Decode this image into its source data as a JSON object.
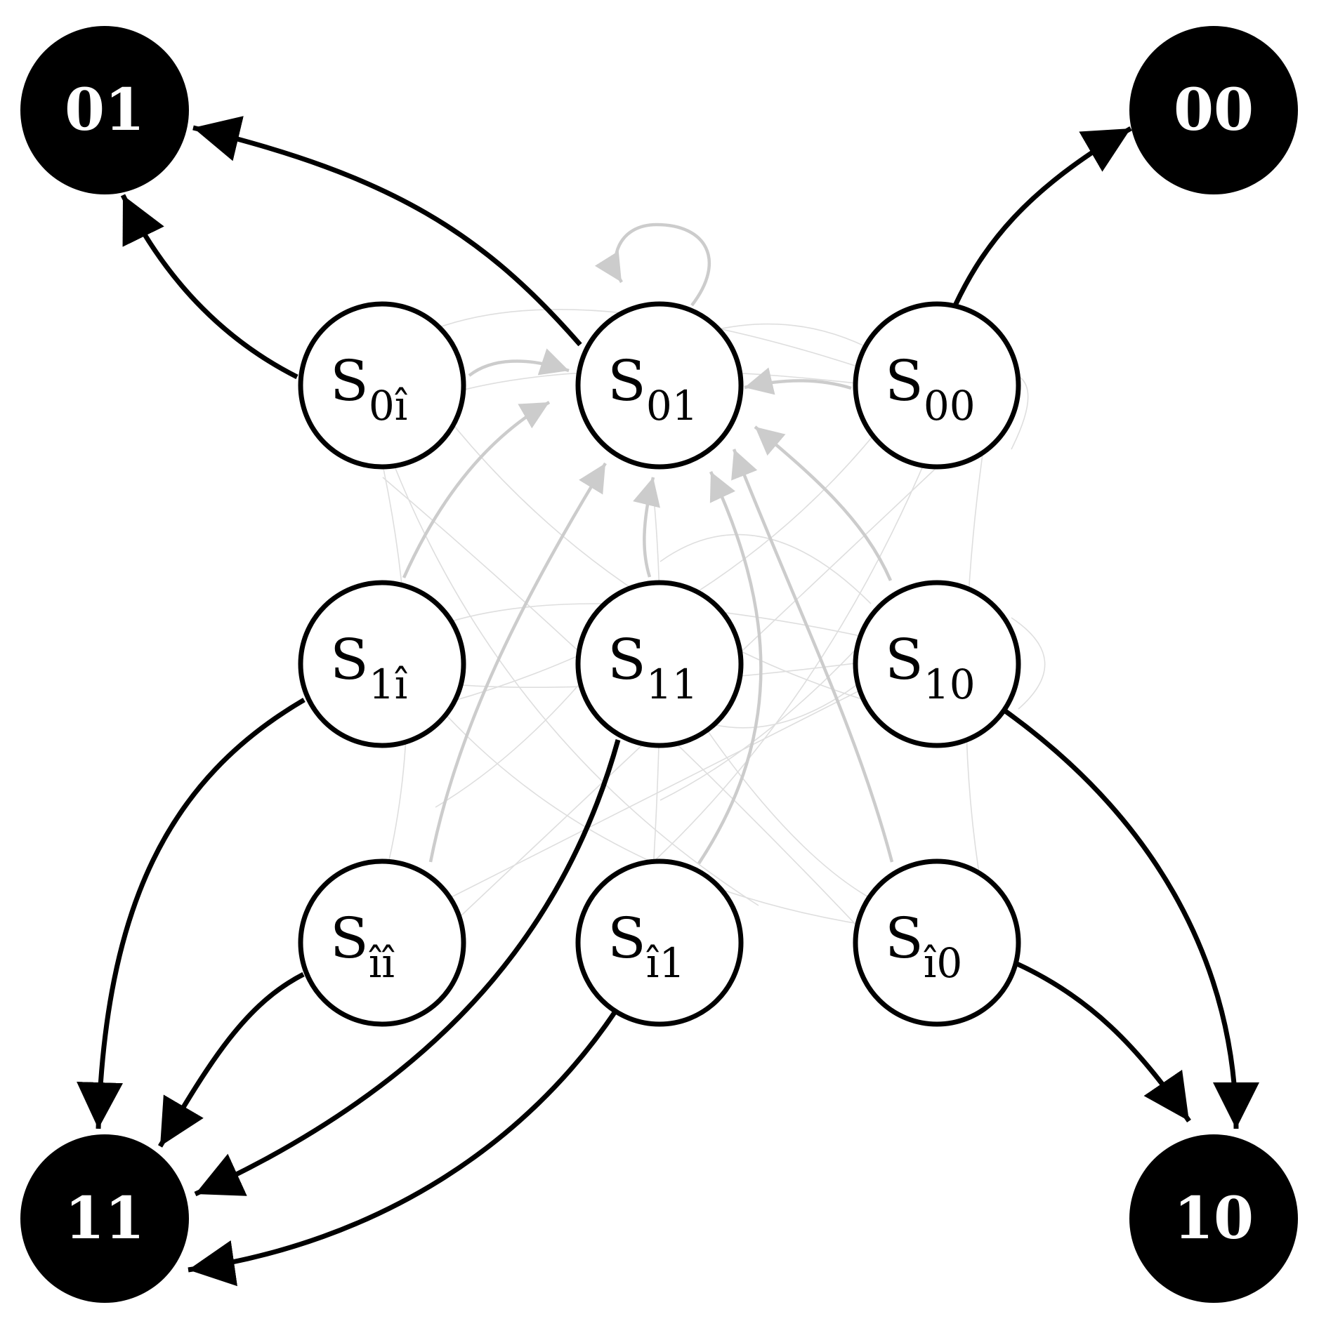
{
  "diagram": {
    "colors": {
      "main_edge": "#000000",
      "gray_edge": "#cccccc",
      "faint_edge": "#dedede",
      "terminal_fill": "#000000",
      "terminal_text": "#ffffff",
      "state_fill": "#ffffff"
    },
    "terminals": [
      {
        "id": "t01",
        "label": "01"
      },
      {
        "id": "t00",
        "label": "00"
      },
      {
        "id": "t11",
        "label": "11"
      },
      {
        "id": "t10",
        "label": "10"
      }
    ],
    "states": [
      {
        "id": "s0h",
        "main": "S",
        "sub": "0î"
      },
      {
        "id": "s01",
        "main": "S",
        "sub": "01"
      },
      {
        "id": "s00",
        "main": "S",
        "sub": "00"
      },
      {
        "id": "s1h",
        "main": "S",
        "sub": "1î"
      },
      {
        "id": "s11",
        "main": "S",
        "sub": "11"
      },
      {
        "id": "s10",
        "main": "S",
        "sub": "10"
      },
      {
        "id": "shh",
        "main": "S",
        "sub": "îî"
      },
      {
        "id": "sh1",
        "main": "S",
        "sub": "î1"
      },
      {
        "id": "sh0",
        "main": "S",
        "sub": "î0"
      }
    ],
    "main_edges": [
      {
        "from": "s0h",
        "to": "t01"
      },
      {
        "from": "s01",
        "to": "t01"
      },
      {
        "from": "s00",
        "to": "t00"
      },
      {
        "from": "s1h",
        "to": "t11"
      },
      {
        "from": "s11",
        "to": "t11"
      },
      {
        "from": "shh",
        "to": "t11"
      },
      {
        "from": "sh1",
        "to": "t11"
      },
      {
        "from": "s10",
        "to": "t10"
      },
      {
        "from": "sh0",
        "to": "t10"
      }
    ],
    "gray_edges": [
      {
        "from": "s01",
        "to": "s01",
        "self_loop": true
      },
      {
        "from": "s0h",
        "to": "s01"
      },
      {
        "from": "s00",
        "to": "s01"
      },
      {
        "from": "s1h",
        "to": "s01"
      },
      {
        "from": "shh",
        "to": "s01"
      },
      {
        "from": "s11",
        "to": "s01"
      },
      {
        "from": "sh1",
        "to": "s01"
      },
      {
        "from": "sh0",
        "to": "s01"
      },
      {
        "from": "s10",
        "to": "s01"
      }
    ]
  }
}
